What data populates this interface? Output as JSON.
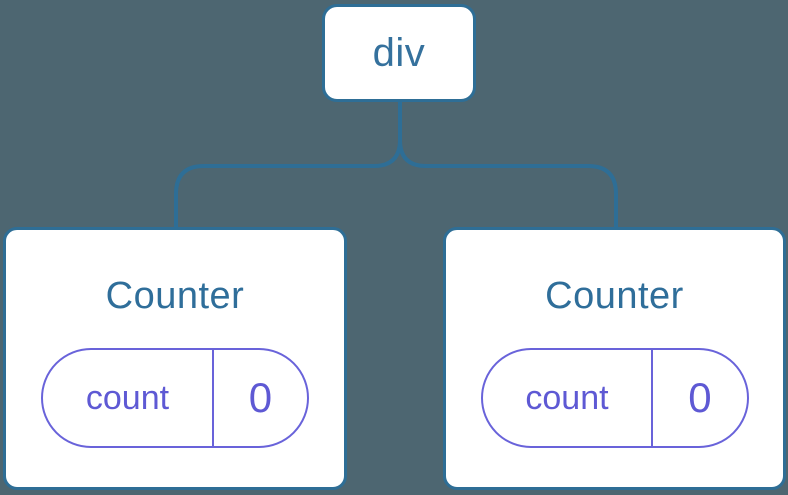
{
  "diagram": {
    "kind": "component-tree",
    "colors": {
      "background": "#4d6671",
      "line_blue": "#2e6e96",
      "node_text_blue": "#35719d",
      "state_purple_border": "#6963da",
      "state_purple_text": "#5e59d4",
      "node_fill": "#ffffff"
    },
    "root": {
      "label": "div"
    },
    "children": [
      {
        "title": "Counter",
        "state": {
          "key": "count",
          "value": "0"
        }
      },
      {
        "title": "Counter",
        "state": {
          "key": "count",
          "value": "0"
        }
      }
    ]
  }
}
